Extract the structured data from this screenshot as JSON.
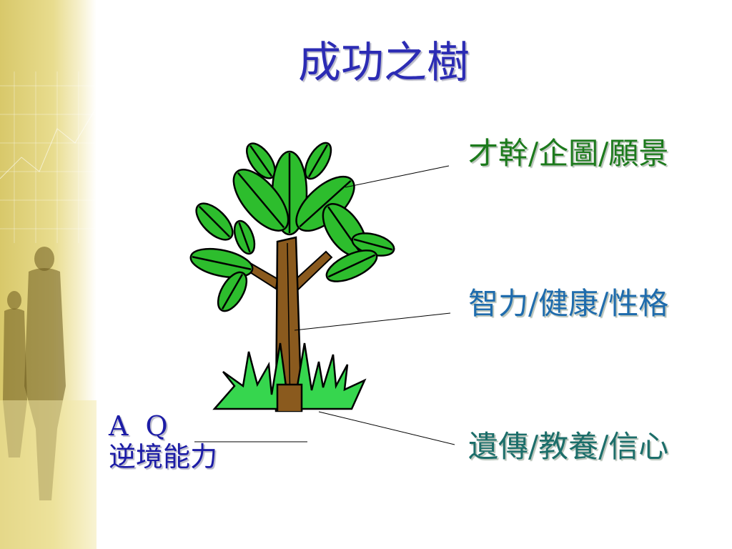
{
  "slide": {
    "title": "成功之樹",
    "labels": {
      "top": "才幹/企圖/願景",
      "middle": "智力/健康/性格",
      "bottom": "遺傳/教養/信心"
    },
    "aq": {
      "code": "A Q",
      "text": "逆境能力"
    }
  },
  "colors": {
    "title": "#2c2cb4",
    "top_label": "#1c7a1c",
    "middle_label": "#1f6cad",
    "bottom_label": "#1c6e6a",
    "aq_label": "#1c1ca6",
    "leaf": "#2dbd2d",
    "trunk": "#8a5a1e",
    "grass": "#36d64e"
  },
  "icons": [
    "tree-illustration-icon",
    "city-skyline-decoration-icon"
  ]
}
